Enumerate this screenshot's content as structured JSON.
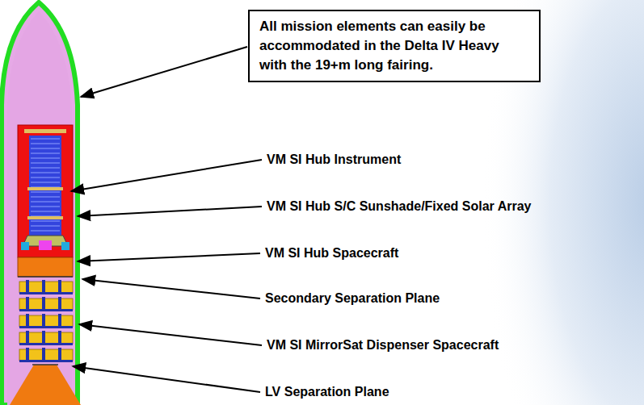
{
  "diagram": {
    "nodes": [
      {
        "text": [
          "All mission elements can easily be accommodated in the Delta IV Heavy with the 19+m long fairing."
        ]
      }
    ],
    "labels": [
      "VM SI Hub Instrument",
      "VM SI Hub S/C Sunshade/Fixed Solar Array",
      "VM SI Hub Spacecraft",
      "Secondary Separation Plane",
      "VM SI MirrorSat Dispenser Spacecraft",
      "LV Separation Plane"
    ]
  }
}
